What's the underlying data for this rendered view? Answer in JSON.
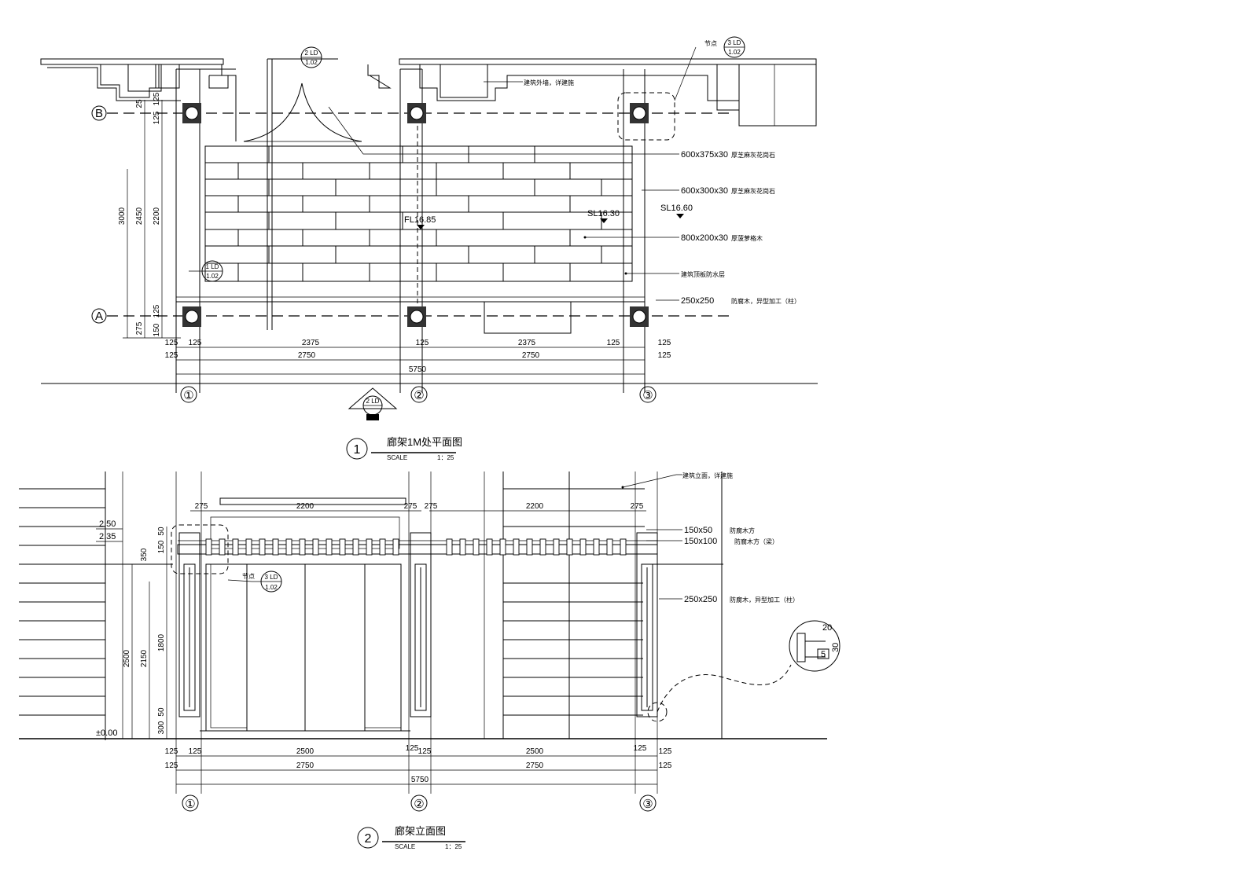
{
  "plan": {
    "grid_labels": [
      "①",
      "②",
      "③"
    ],
    "row_labels": [
      "A",
      "B"
    ],
    "detail_2_ld": "2 LD",
    "detail_2_ld_sheet": "1.02",
    "detail_3_ld": "3 LD",
    "detail_3_ld_sheet": "1.02",
    "detail_1_ld": "1 LD",
    "detail_1_ld_sheet": "1.02",
    "node_label": "节点",
    "note_wall_top": "建筑外墙，详建施",
    "level_fl": "FL16.85",
    "level_sl1": "SL16.30",
    "level_sl2": "SL16.60",
    "callouts": [
      "600x375x30",
      "600x300x30",
      "800x200x30",
      "建筑顶板防水层",
      "250x250"
    ],
    "callout_suffix": [
      "厚芝麻灰花岗石",
      "厚芝麻灰花岗石",
      "厚菠萝格木",
      "",
      "防腐木，异型加工（柱）"
    ],
    "dims_vertical": [
      "3000",
      "2450",
      "2200",
      "275",
      "125",
      "150",
      "125",
      "25",
      "125"
    ],
    "dims_row1": [
      "125",
      "2375",
      "125",
      "125",
      "2375",
      "125"
    ],
    "dims_row2": [
      "125",
      "2750",
      "2750",
      "125"
    ],
    "dims_total": "5750",
    "section_mark": "2 LD",
    "title_num": "1",
    "title": "廊架1M处平面图",
    "scale_label": "SCALE",
    "scale": "1：25"
  },
  "elevation": {
    "grid_labels": [
      "①",
      "②",
      "③"
    ],
    "level_250": "2.50",
    "level_235": "2.35",
    "level_000": "±0.00",
    "top_dims": [
      "275",
      "2200",
      "275",
      "275",
      "2200",
      "275"
    ],
    "note_top": "建筑立面，详建施",
    "callouts": [
      "150x50",
      "150x100",
      "250x250"
    ],
    "callout_suffix": [
      "防腐木方",
      "防腐木方（梁）",
      "防腐木，异型加工（柱）"
    ],
    "node_label": "节点",
    "detail_ld": "3 LD",
    "detail_ld_sheet": "1.02",
    "dims_vertical": [
      "2500",
      "2150",
      "1800",
      "350",
      "150",
      "50",
      "50",
      "300"
    ],
    "dims_row1": [
      "125",
      "125",
      "2500",
      "125",
      "125",
      "2500",
      "125",
      "125"
    ],
    "dims_row2": [
      "125",
      "2750",
      "2750",
      "125"
    ],
    "dims_total": "5750",
    "detail_small": [
      "20",
      "5",
      "30"
    ],
    "title_num": "2",
    "title": "廊架立面图",
    "scale_label": "SCALE",
    "scale": "1：25"
  }
}
